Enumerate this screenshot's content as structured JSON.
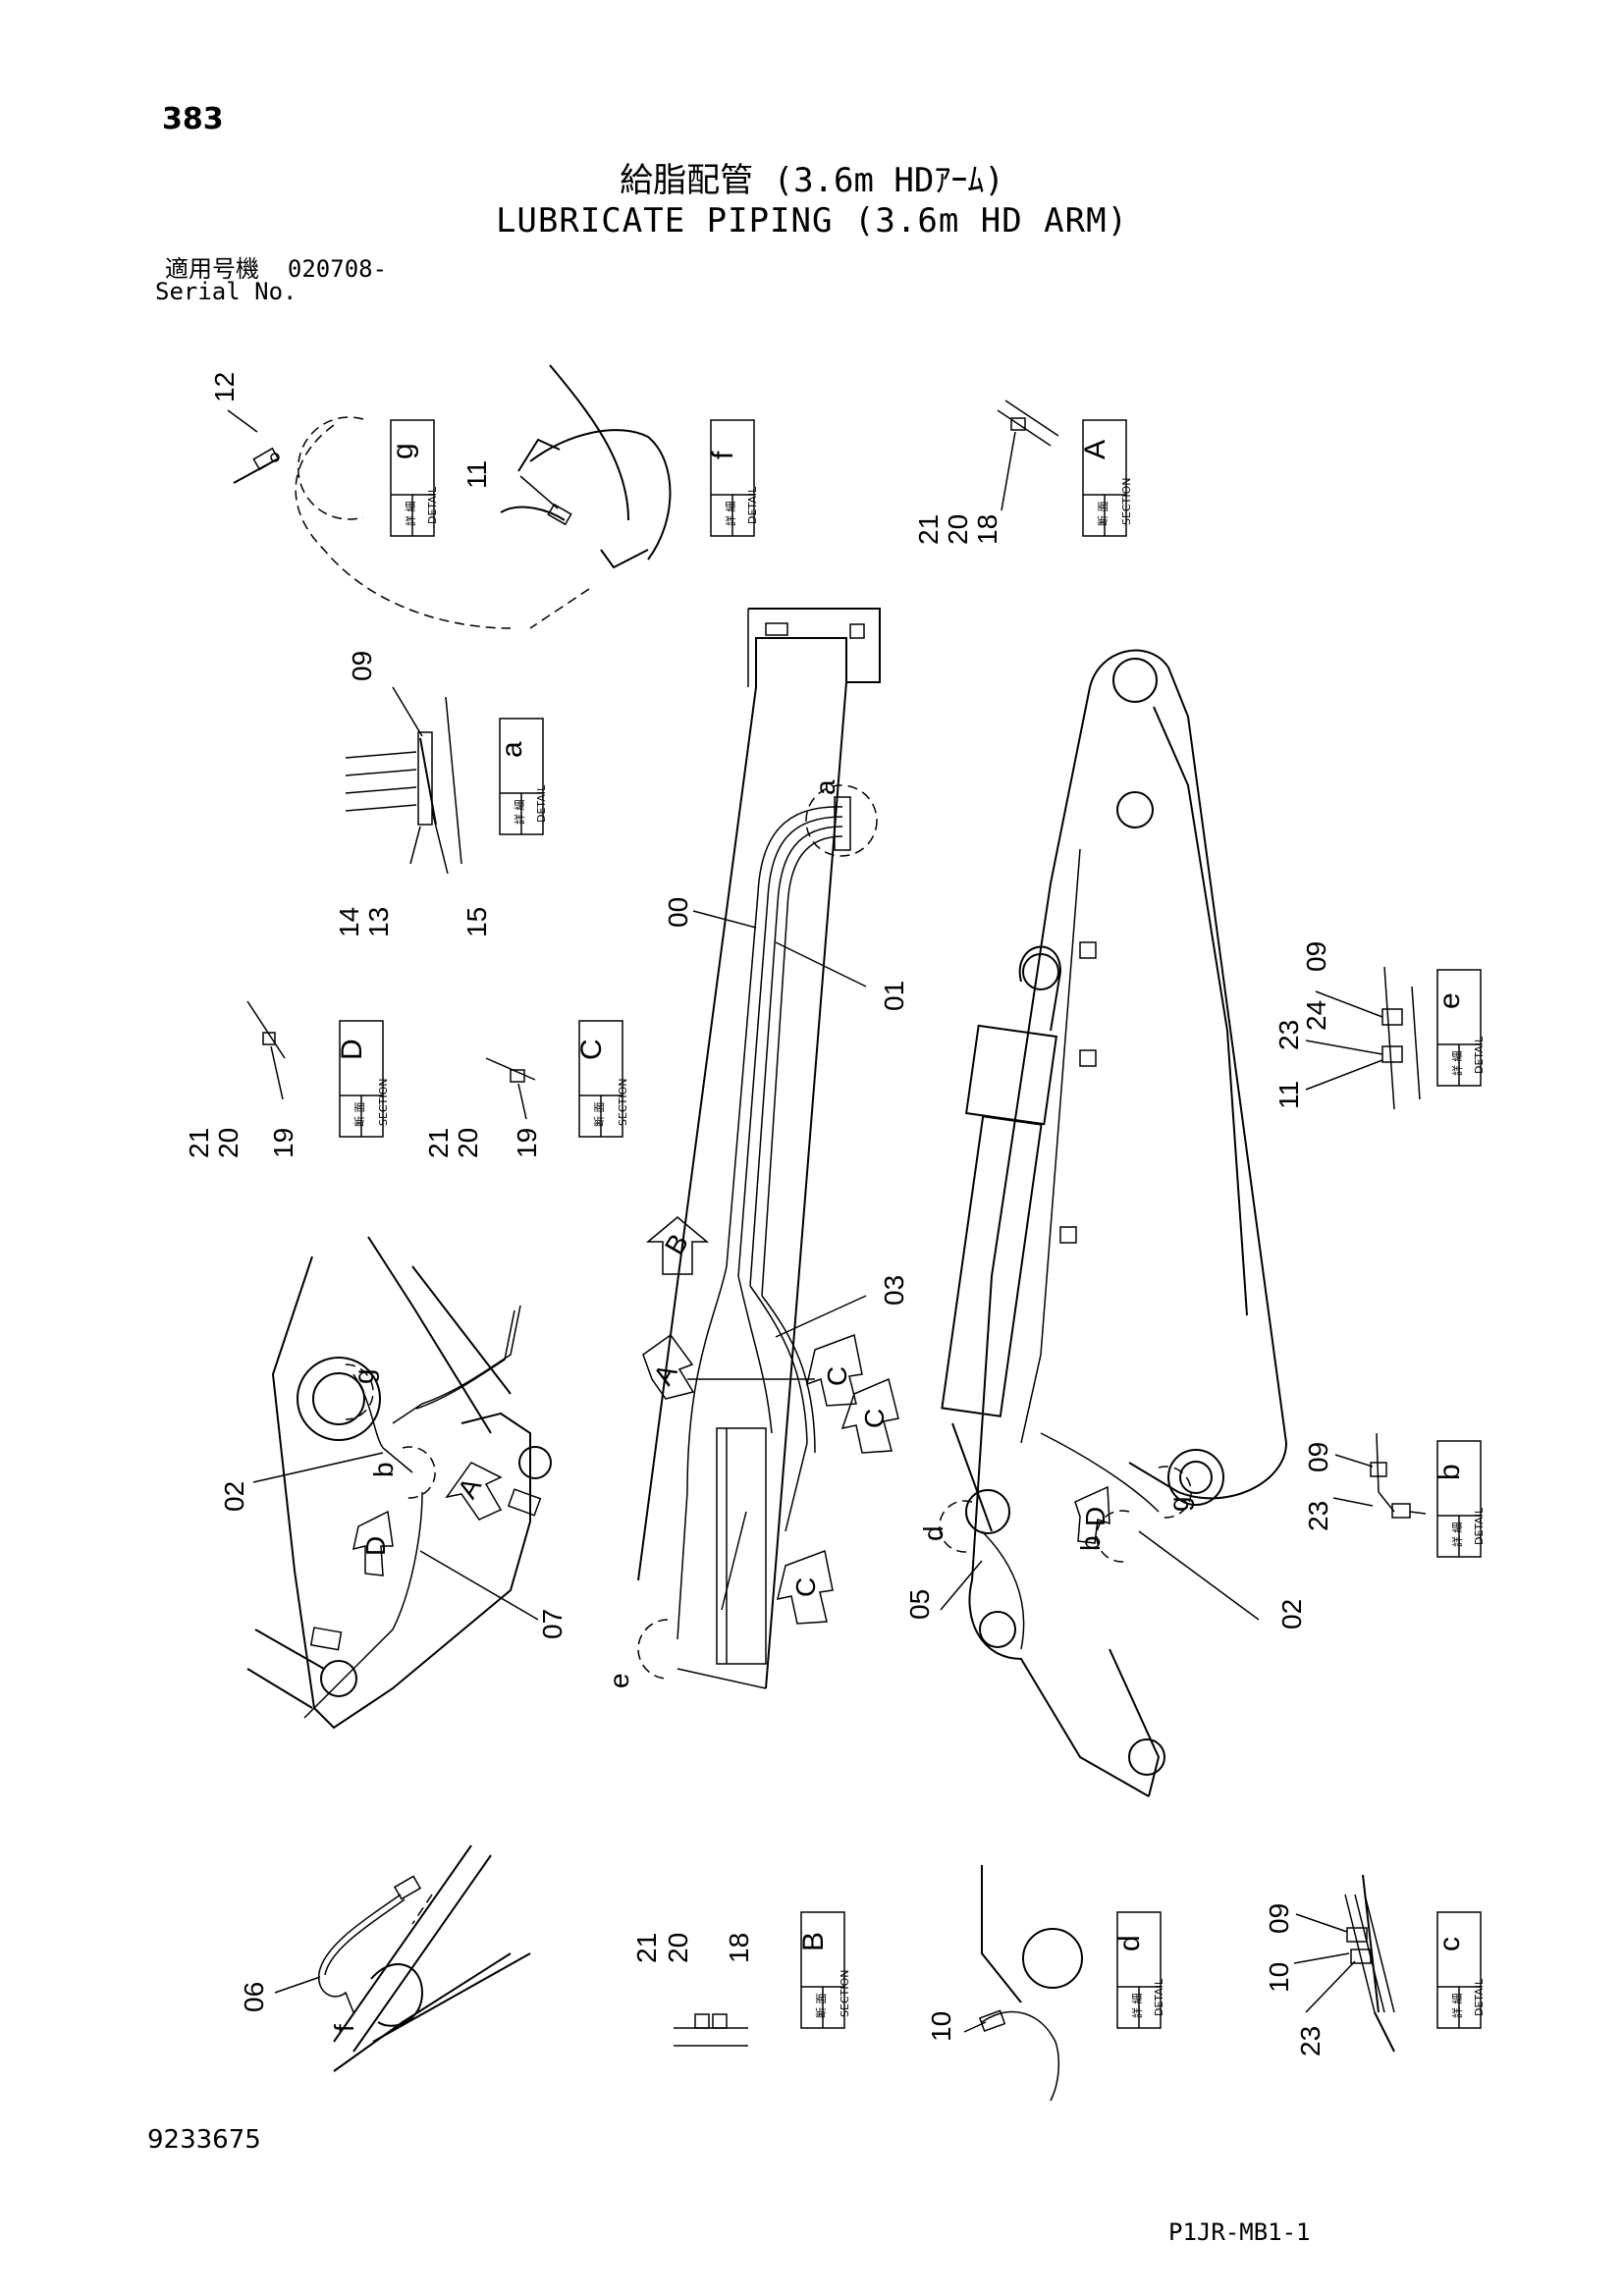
{
  "page": {
    "number": "383",
    "title_jp": "給脂配管 (3.6m HDｱｰﾑ)",
    "title_en": "LUBRICATE PIPING (3.6m HD ARM)",
    "serial_label_jp": "適用号機",
    "serial_value": "020708-",
    "serial_label_en": "Serial No.",
    "doc_number": "9233675",
    "drawing_code": "P1JR-MB1-1"
  },
  "views": {
    "detail_label_jp": "詳 細",
    "detail_label_en": "DETAIL",
    "section_label_jp": "断 面",
    "section_label_en": "SECTION",
    "g": "g",
    "f": "f",
    "A": "A",
    "a": "a",
    "D": "D",
    "C": "C",
    "e": "e",
    "b": "b",
    "B": "B",
    "d": "d",
    "c": "c"
  },
  "parts": {
    "p00": "00",
    "p01": "01",
    "p02": "02",
    "p03": "03",
    "p05": "05",
    "p06": "06",
    "p07": "07",
    "p09": "09",
    "p10": "10",
    "p11": "11",
    "p12": "12",
    "p13": "13",
    "p14": "14",
    "p15": "15",
    "p18": "18",
    "p19": "19",
    "p20": "20",
    "p21": "21",
    "p23": "23",
    "p24": "24"
  },
  "callouts": {
    "a": "a",
    "b": "b",
    "d": "d",
    "e": "e",
    "f": "f",
    "g": "g",
    "A": "A",
    "B": "B",
    "C": "C",
    "D": "D",
    "dash": "-"
  }
}
